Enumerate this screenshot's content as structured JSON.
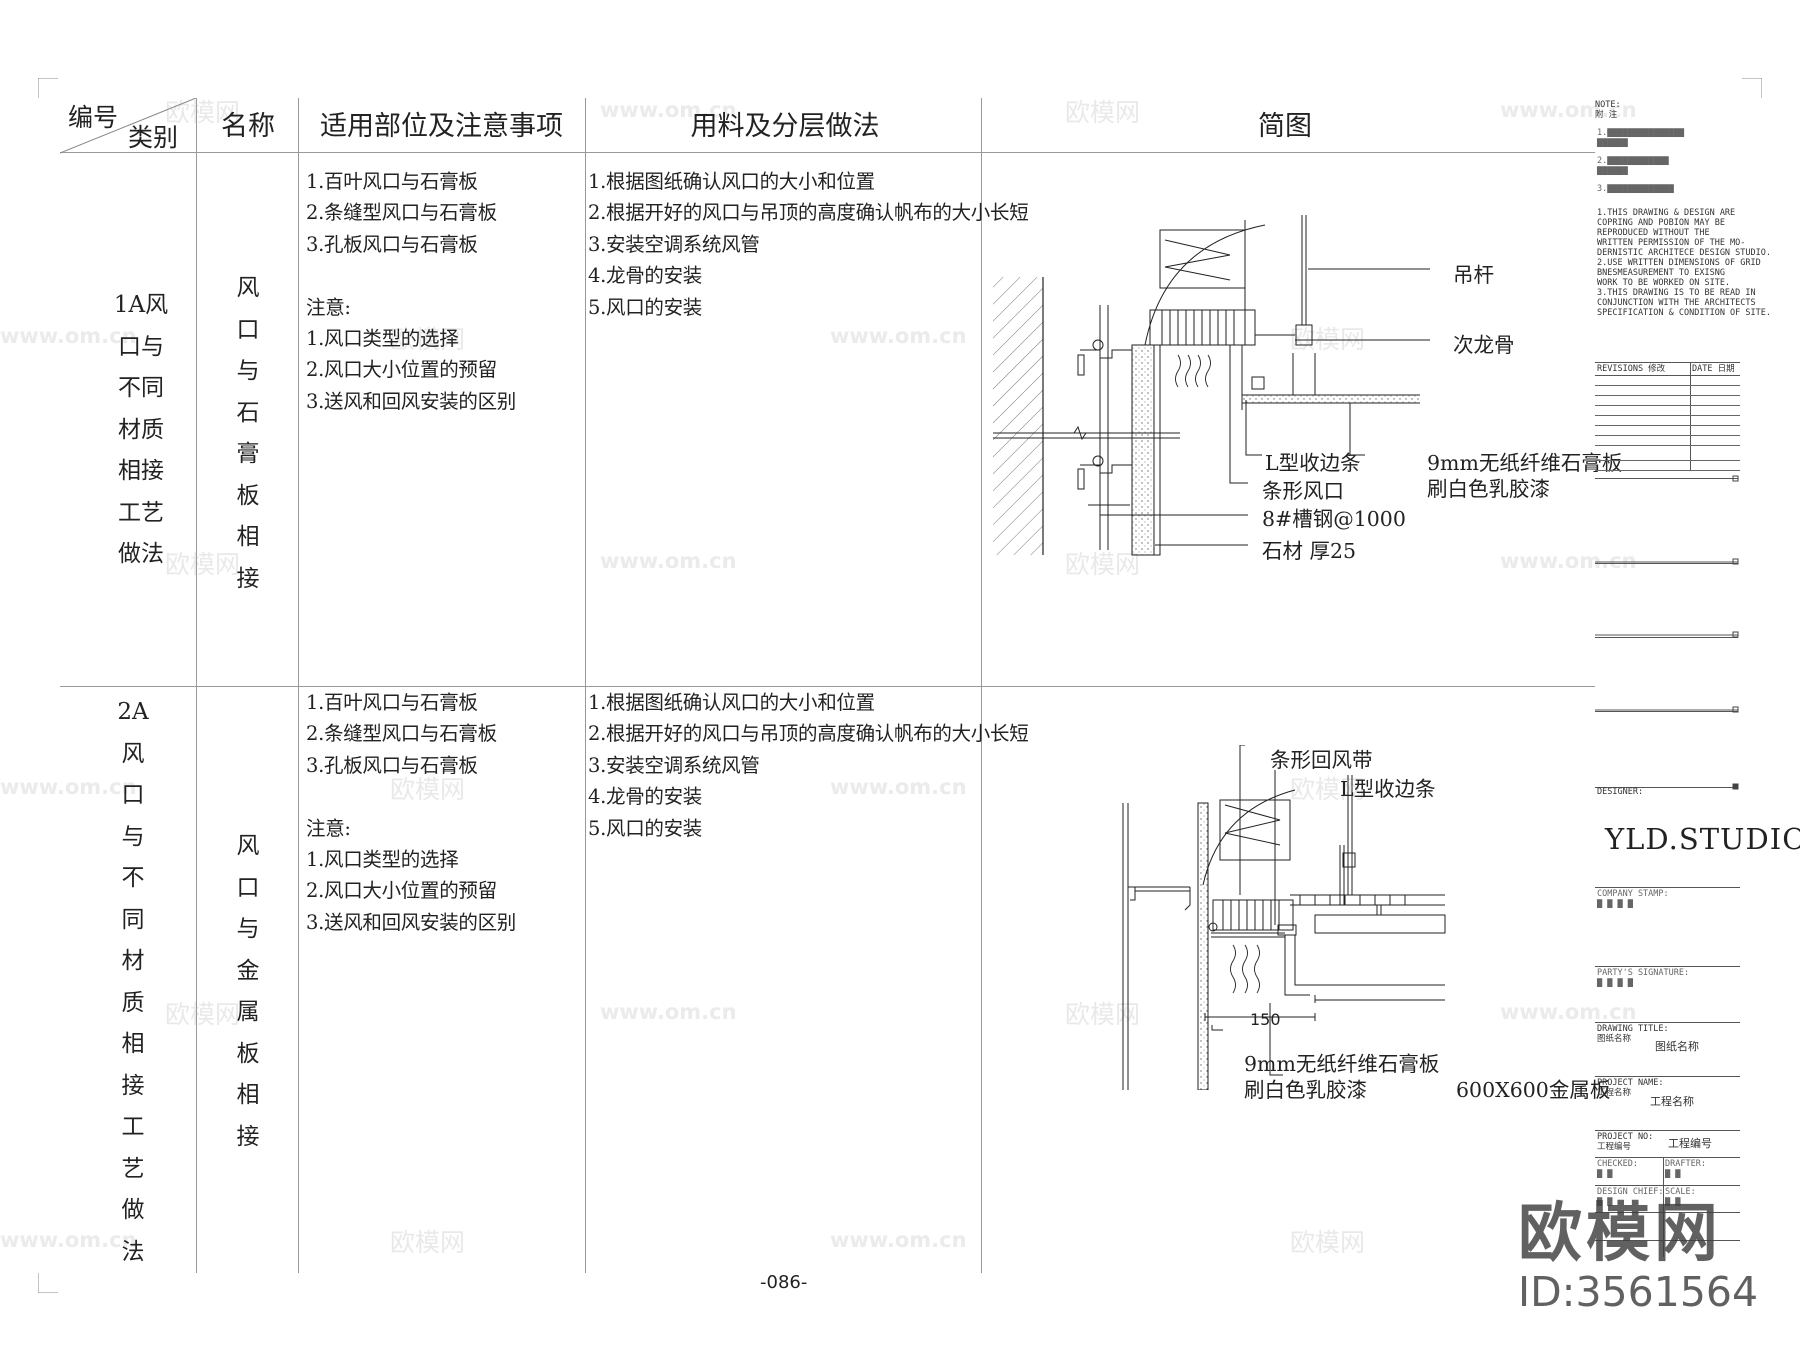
{
  "header": {
    "number_label": "编号",
    "category_label": "类别",
    "name_label": "名称",
    "scope_label": "适用部位及注意事项",
    "method_label": "用料及分层做法",
    "diagram_label": "简图"
  },
  "rows": [
    {
      "category": [
        "1A风",
        "口与",
        "不同",
        "材质",
        "相接",
        "工艺",
        "做法"
      ],
      "name": [
        "风",
        "口",
        "与",
        "石",
        "膏",
        "板",
        "相",
        "接"
      ],
      "scope": [
        "1.百叶风口与石膏板",
        "2.条缝型风口与石膏板",
        "3.孔板风口与石膏板"
      ],
      "note_title": "注意:",
      "notes": [
        "1.风口类型的选择",
        "2.风口大小位置的预留",
        "3.送风和回风安装的区别"
      ],
      "methods": [
        "1.根据图纸确认风口的大小和位置",
        "2.根据开好的风口与吊顶的高度确认帆布的大小长短",
        "3.安装空调系统风管",
        "4.龙骨的安装",
        "5.风口的安装"
      ],
      "labels": {
        "hanger": "吊杆",
        "secondary_keel": "次龙骨",
        "l_trim": "L型收边条",
        "board_line1": "9mm无纸纤维石膏板",
        "board_line2": "刷白色乳胶漆",
        "strip_vent": "条形风口",
        "channel": "8#槽钢@1000",
        "stone": "石材 厚25"
      }
    },
    {
      "category": [
        "2A",
        "风",
        "口",
        "与",
        "不",
        "同",
        "材",
        "质",
        "相",
        "接",
        "工",
        "艺",
        "做",
        "法"
      ],
      "name": [
        "风",
        "口",
        "与",
        "金",
        "属",
        "板",
        "相",
        "接"
      ],
      "scope": [
        "1.百叶风口与石膏板",
        "2.条缝型风口与石膏板",
        "3.孔板风口与石膏板"
      ],
      "note_title": "注意:",
      "notes": [
        "1.风口类型的选择",
        "2.风口大小位置的预留",
        "3.送风和回风安装的区别"
      ],
      "methods": [
        "1.根据图纸确认风口的大小和位置",
        "2.根据开好的风口与吊顶的高度确认帆布的大小长短",
        "3.安装空调系统风管",
        "4.龙骨的安装",
        "5.风口的安装"
      ],
      "labels": {
        "return_band": "条形回风带",
        "l_trim": "L型收边条",
        "dim": "150",
        "board_line1": "9mm无纸纤维石膏板",
        "board_line2": "刷白色乳胶漆",
        "metal_panel": "600X600金属板"
      }
    }
  ],
  "page_number": "-086-",
  "title_block": {
    "note": [
      "NOTE:",
      "附 注"
    ],
    "english_notes": [
      "1.THIS DRAWING & DESIGN ARE",
      "  COPRING AND POBION MAY BE",
      "  REPRODUCED WITHOUT THE",
      "  WRITTEN PERMISSION OF THE MO-",
      "  DERNISTIC ARCHITECE DESIGN STUDIO.",
      "2.USE WRITTEN DIMENSIONS OF GRID",
      "  BNESMEASUREMENT TO EXISNG",
      "  WORK TO BE WORKED ON SITE.",
      "3.THIS DRAWING IS TO BE READ IN",
      "  CONJUNCTION WITH THE ARCHITECTS",
      "  SPECIFICATION & CONDITION OF SITE."
    ],
    "revisions": "REVISIONS 修改",
    "date": "DATE 日期",
    "designer_label": "DESIGNER:",
    "studio": "YLD.STUDIO",
    "drawing_title_label": "DRAWING TITLE:",
    "drawing_title_cn": "图纸名称",
    "drawing_title_value": "图纸名称",
    "project_name_label": "PROJECT NAME:",
    "project_name_cn": "工程名称",
    "project_name_value": "工程名称",
    "project_no_label": "PROJECT NO:",
    "project_no_cn": "工程编号",
    "project_no_value": "工程编号"
  },
  "watermark": {
    "brand": "欧模网",
    "site": "www.om.cn",
    "id": "ID:3561564"
  }
}
